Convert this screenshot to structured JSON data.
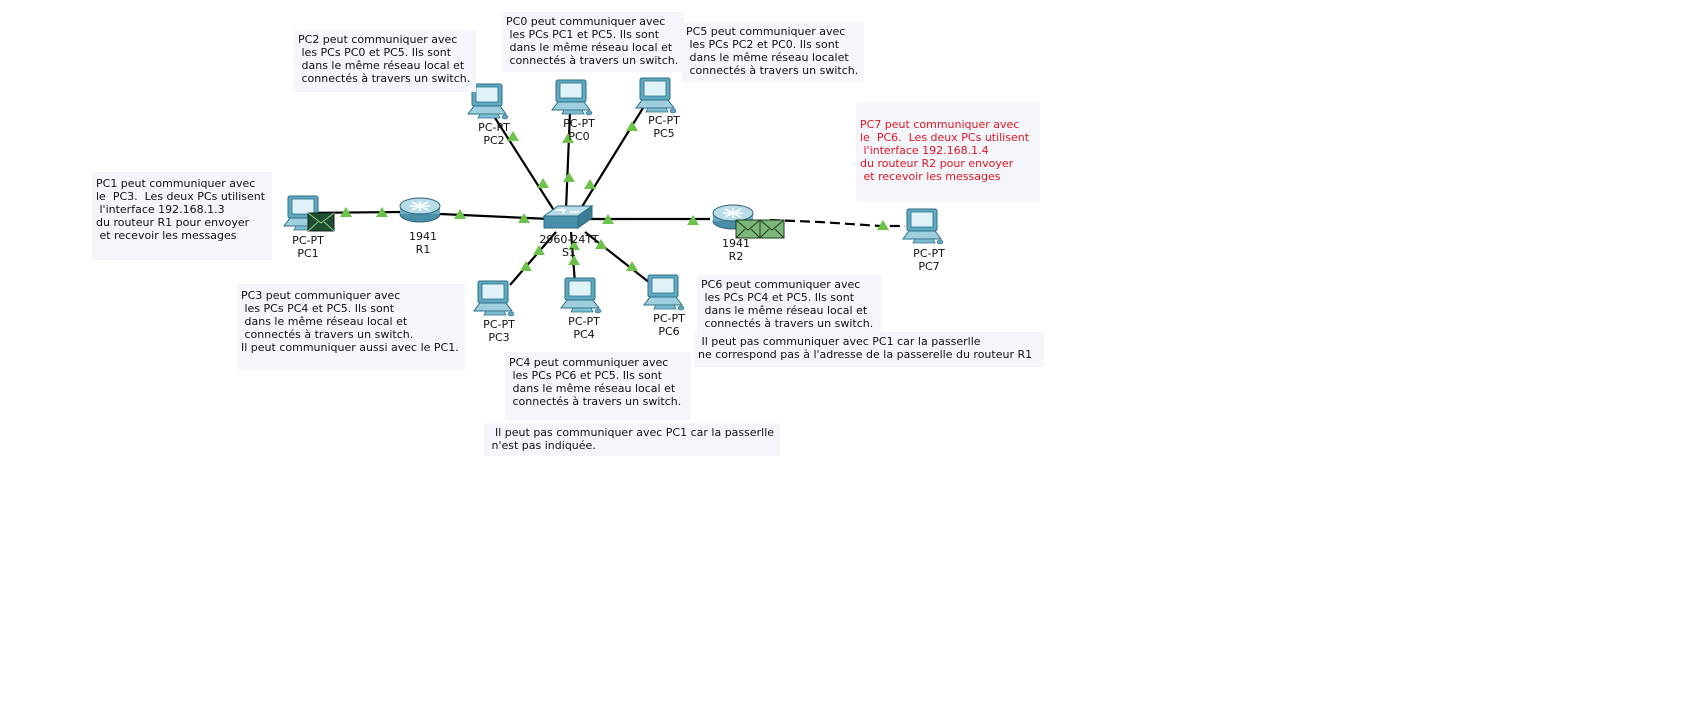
{
  "devices": {
    "pc0": {
      "model": "PC-PT",
      "name": "PC0"
    },
    "pc1": {
      "model": "PC-PT",
      "name": "PC1"
    },
    "pc2": {
      "model": "PC-PT",
      "name": "PC2"
    },
    "pc3": {
      "model": "PC-PT",
      "name": "PC3"
    },
    "pc4": {
      "model": "PC-PT",
      "name": "PC4"
    },
    "pc5": {
      "model": "PC-PT",
      "name": "PC5"
    },
    "pc6": {
      "model": "PC-PT",
      "name": "PC6"
    },
    "pc7": {
      "model": "PC-PT",
      "name": "PC7"
    },
    "r1": {
      "model": "1941",
      "name": "R1"
    },
    "r2": {
      "model": "1941",
      "name": "R2"
    },
    "s1": {
      "model": "2960-24TT",
      "name": "S1"
    }
  },
  "notes": {
    "pc0": "PC0 peut communiquer avec\n les PCs PC1 et PC5. Ils sont\n dans le même réseau local et\n connectés à travers un switch.",
    "pc2": "PC2 peut communiquer avec\n les PCs PC0 et PC5. Ils sont\n dans le même réseau local et\n connectés à travers un switch.",
    "pc5": "PC5 peut communiquer avec\n les PCs PC2 et PC0. Ils sont\n dans le même réseau localet\n connectés à travers un switch.",
    "pc7": "PC7 peut communiquer avec\nle  PC6.  Les deux PCs utilisent\n l'interface 192.168.1.4\ndu routeur R2 pour envoyer\n et recevoir les messages",
    "pc1": "PC1 peut communiquer avec\nle  PC3.  Les deux PCs utilisent\n l'interface 192.168.1.3\ndu routeur R1 pour envoyer\n et recevoir les messages",
    "pc3": "PC3 peut communiquer avec\n les PCs PC4 et PC5. Ils sont\n dans le même réseau local et\n connectés à travers un switch.\nIl peut communiquer aussi avec le PC1.",
    "pc6": "PC6 peut communiquer avec\n les PCs PC4 et PC5. Ils sont\n dans le même réseau local et\n connectés à travers un switch.",
    "pc6_extra": " Il peut pas communiquer avec PC1 car la passerlle\nne correspond pas à l'adresse de la passerelle du routeur R1",
    "pc4": "PC4 peut communiquer avec\n les PCs PC6 et PC5. Ils sont\n dans le même réseau local et\n connectés à travers un switch.",
    "pc4_extra": "  Il peut pas communiquer avec PC1 car la passerlle\n n'est pas indiquée."
  },
  "colors": {
    "link": "#000000",
    "link_up_marker": "#6cc24a",
    "note_bg": "#f4f6fb",
    "note_highlight_text": "#e0141e",
    "device_teal": "#3f93ad",
    "envelope_dark": "#1f4d2f",
    "envelope_light": "#7cb87a"
  },
  "icons": {
    "pc": "desktop-computer-icon",
    "router": "router-icon",
    "switch": "switch-icon",
    "envelope": "pdu-envelope-icon"
  }
}
